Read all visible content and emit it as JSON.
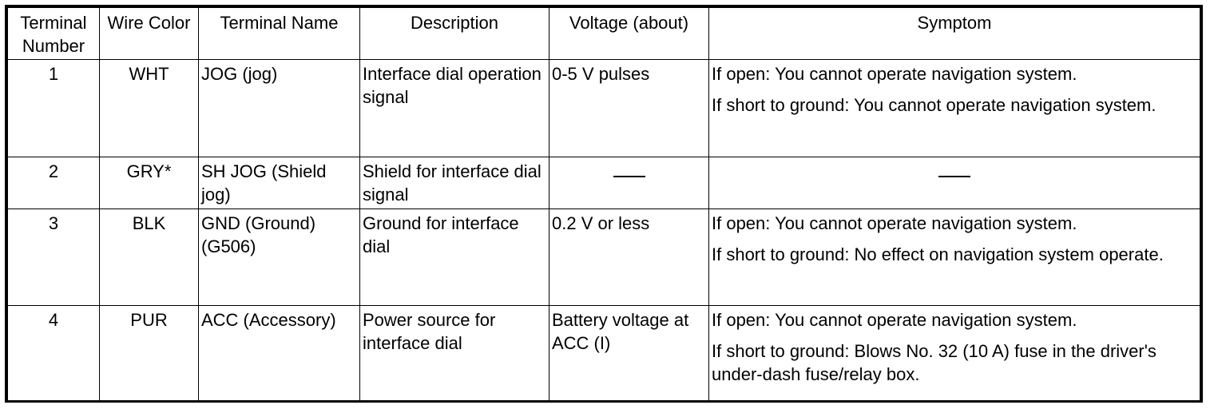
{
  "headers": {
    "terminal_number": "Terminal Number",
    "wire_color": "Wire Color",
    "terminal_name": "Terminal Name",
    "description": "Description",
    "voltage": "Voltage (about)",
    "symptom": "Symptom"
  },
  "rows": [
    {
      "number": "1",
      "color": "WHT",
      "name": "JOG (jog)",
      "description": "Interface dial operation signal",
      "voltage": "0-5 V pulses",
      "symptom_open": "If open: You cannot operate navigation system.",
      "symptom_short": "If short to ground: You cannot operate navigation system."
    },
    {
      "number": "2",
      "color": "GRY*",
      "name": "SH JOG (Shield jog)",
      "description": "Shield for interface dial signal",
      "voltage": "—",
      "symptom": "—"
    },
    {
      "number": "3",
      "color": "BLK",
      "name": "GND (Ground) (G506)",
      "description": "Ground for interface dial",
      "voltage": "0.2 V or less",
      "symptom_open": "If open: You cannot operate navigation system.",
      "symptom_short": "If short to ground: No effect on navigation system operate."
    },
    {
      "number": "4",
      "color": "PUR",
      "name": "ACC (Accessory)",
      "description": "Power source for interface dial",
      "voltage": "Battery voltage at ACC (I)",
      "symptom_open": "If open: You cannot operate navigation system.",
      "symptom_short": "If short to ground: Blows No. 32 (10 A) fuse in the driver's under-dash fuse/relay box."
    }
  ]
}
